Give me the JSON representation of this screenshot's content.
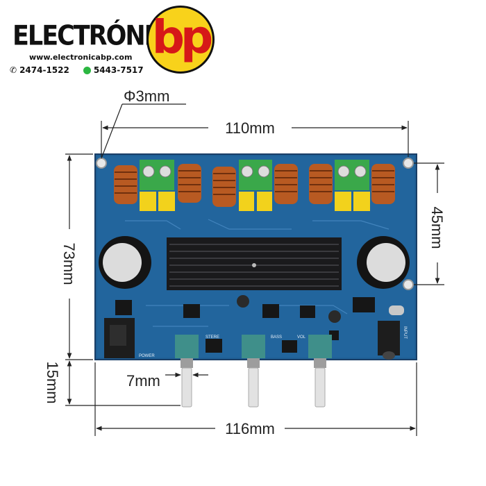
{
  "header": {
    "brand_name": "ELECTRÓNICA",
    "logo_text": "bp",
    "url": "www.electronicabp.com",
    "phone": "2474-1522",
    "whatsapp": "5443-7517",
    "colors": {
      "logo_yellow": "#f8d21b",
      "logo_red": "#d61818",
      "whatsapp_green": "#2bb741"
    }
  },
  "board": {
    "pcb_color": "#1f5f95",
    "silkscreen": {
      "power": "POWER",
      "stereo": "STERE",
      "bass": "BASS",
      "vol": "VOL",
      "input": "INPUT"
    }
  },
  "dimensions": {
    "hole": "Φ3mm",
    "width_top": "110mm",
    "height_total": "73mm",
    "hole_spacing": "45mm",
    "knob_height": "15mm",
    "knob_offset": "7mm",
    "width_bottom": "116mm"
  }
}
